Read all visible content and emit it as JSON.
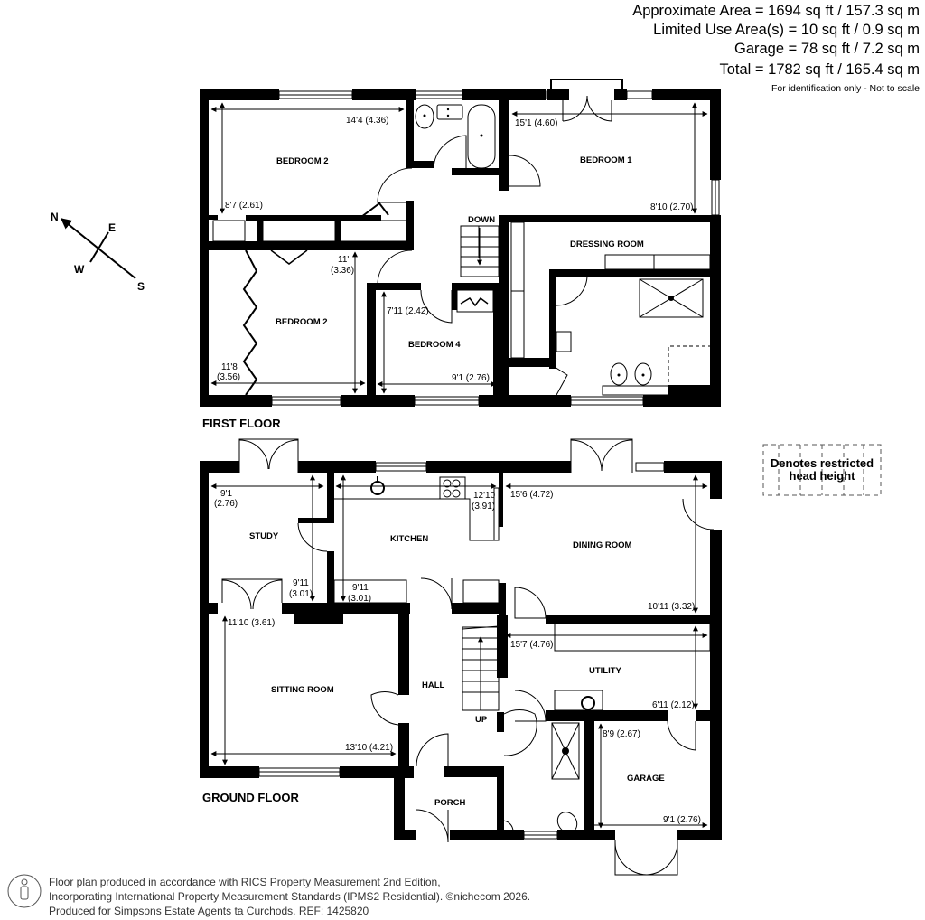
{
  "summary": {
    "approx_area": "Approximate Area = 1694 sq ft / 157.3 sq m",
    "limited_use": "Limited Use Area(s) = 10 sq ft / 0.9 sq m",
    "garage": "Garage = 78 sq ft / 7.2 sq m",
    "total": "Total = 1782 sq ft / 165.4 sq m",
    "note": "For identification only - Not to scale"
  },
  "compass": {
    "n": "N",
    "e": "E",
    "w": "W",
    "s": "S"
  },
  "legend": {
    "line1": "Denotes restricted",
    "line2": "head height"
  },
  "first_floor": {
    "label": "FIRST FLOOR",
    "rooms": {
      "bedroom2_top": {
        "name": "BEDROOM 2",
        "width": "14'4 (4.36)",
        "depth": "8'7 (2.61)"
      },
      "bedroom1": {
        "name": "BEDROOM 1",
        "width": "15'1 (4.60)",
        "depth": "8'10 (2.70)"
      },
      "dressing": {
        "name": "DRESSING ROOM"
      },
      "bedroom2_low": {
        "name": "BEDROOM 2",
        "depth_ft": "11'",
        "depth_m": "(3.36)",
        "width_ft": "11'8",
        "width_m": "(3.56)"
      },
      "bedroom4": {
        "name": "BEDROOM 4",
        "depth": "7'11 (2.42)",
        "width": "9'1 (2.76)"
      },
      "stairs": "DOWN"
    }
  },
  "ground_floor": {
    "label": "GROUND FLOOR",
    "rooms": {
      "study": {
        "name": "STUDY",
        "width_ft": "9'1",
        "width_m": "(2.76)",
        "depth_ft": "9'11",
        "depth_m": "(3.01)"
      },
      "kitchen": {
        "name": "KITCHEN",
        "width_ft": "12'10",
        "width_m": "(3.91)",
        "depth_ft": "9'11",
        "depth_m": "(3.01)"
      },
      "dining": {
        "name": "DINING ROOM",
        "width": "15'6 (4.72)",
        "depth": "10'11 (3.32)"
      },
      "sitting": {
        "name": "SITTING ROOM",
        "depth": "11'10 (3.61)",
        "width": "13'10 (4.21)"
      },
      "hall": {
        "name": "HALL"
      },
      "stairs": "UP",
      "utility": {
        "name": "UTILITY",
        "width": "15'7 (4.76)",
        "depth": "6'11 (2.12)"
      },
      "garage": {
        "name": "GARAGE",
        "depth": "8'9 (2.67)",
        "width": "9'1 (2.76)"
      },
      "porch": {
        "name": "PORCH"
      }
    }
  },
  "footer": {
    "line1": "Floor plan produced in accordance with RICS Property Measurement 2nd Edition,",
    "line2": "Incorporating International Property Measurement Standards (IPMS2 Residential).   ©nichecom 2026.",
    "line3": "Produced for Simpsons Estate Agents ta Curchods.   REF: 1425820"
  }
}
